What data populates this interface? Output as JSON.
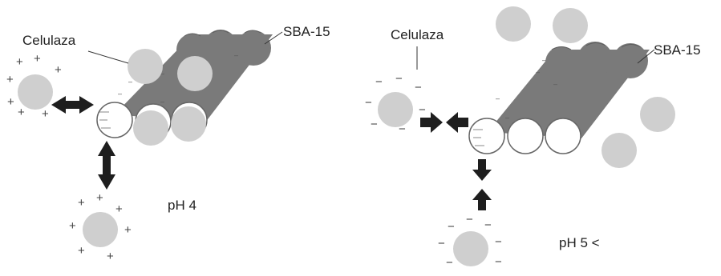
{
  "colors": {
    "tube": "#7a7a7a",
    "tube_edge": "#6a6a6a",
    "enzyme": "#cfcfcf",
    "pore_face": "#ffffff",
    "arrow": "#1e1e1e",
    "text": "#222222"
  },
  "left_panel": {
    "enzyme_label": "Celulaza",
    "support_label": "SBA-15",
    "ph_label": "pH 4",
    "enzyme_charge": "+",
    "support_charge": "−",
    "interaction": "attraction"
  },
  "right_panel": {
    "enzyme_label": "Celulaza",
    "support_label": "SBA-15",
    "ph_label": "pH  5 <",
    "enzyme_charge": "−",
    "support_charge": "−",
    "interaction": "repulsion"
  }
}
